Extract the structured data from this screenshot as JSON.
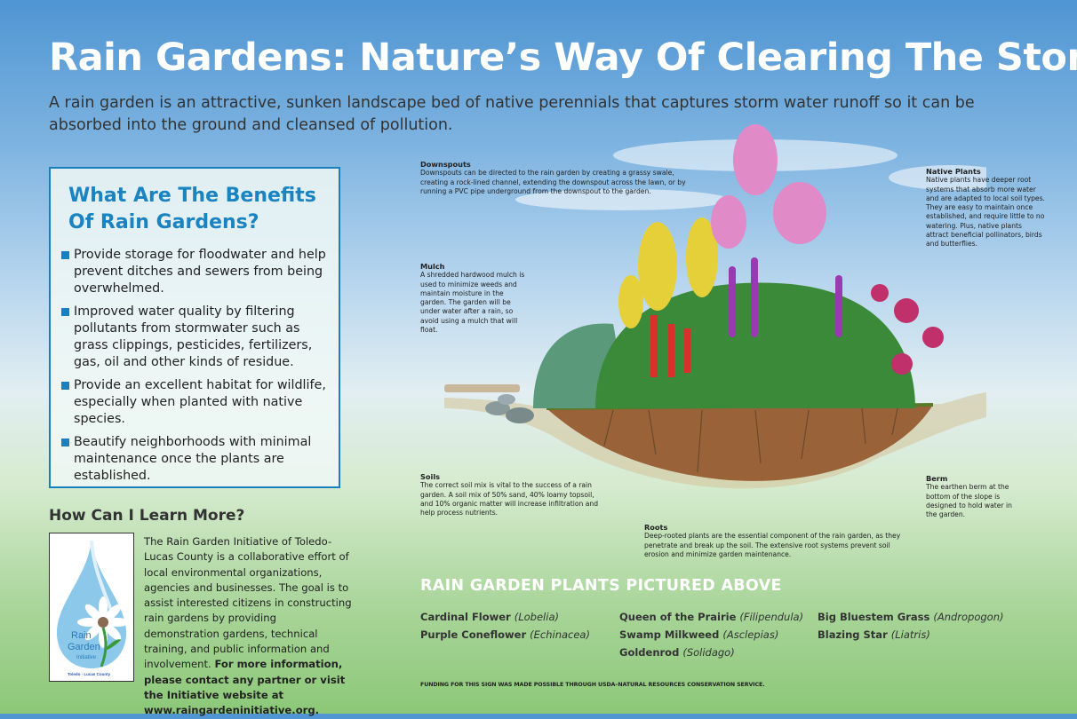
{
  "title": "Rain Gardens: Nature’s Way Of Clearing The Storm",
  "subtitle": "A rain garden is an attractive, sunken landscape bed of native perennials that captures storm water runoff so it can be absorbed into the ground and cleansed of pollution.",
  "benefits": {
    "heading_line1": "What Are The Benefits",
    "heading_line2": "Of Rain Gardens?",
    "items": [
      "Provide storage for floodwater and help prevent ditches and sewers from being overwhelmed.",
      "Improved water quality by filtering pollutants from stormwater such as grass clippings, pesticides, fertilizers, gas, oil and other kinds of residue.",
      "Provide an excellent habitat for wildlife, especially when planted with native species.",
      "Beautify neighborhoods with minimal maintenance once the plants are established."
    ]
  },
  "learn": {
    "heading": "How Can I Learn More?",
    "text": "The Rain Garden Initiative of Toledo-Lucas County is a collaborative effort of local environmental organizations, agencies and businesses. The goal is to assist interested citizens in constructing rain gardens by providing demonstration gardens, technical training, and public information and involvement.",
    "bold_text": "For more information, please contact any partner or visit the Initiative website at www.raingardeninitiative.org.",
    "logo": {
      "line1": "Rain",
      "line2": "Garden",
      "line3": "Initiative",
      "footer": "Toledo · Lucas County"
    }
  },
  "notes": {
    "downspouts": {
      "title": "Downspouts",
      "text": "Downspouts can be directed to the rain garden by creating a grassy swale, creating a rock-lined channel, extending the downspout across the lawn, or by running a PVC pipe underground from the downspout to the garden."
    },
    "mulch": {
      "title": "Mulch",
      "text": "A shredded hardwood mulch is used to minimize weeds and maintain moisture in the garden. The garden will be under water after a rain, so avoid using a mulch that will float."
    },
    "native": {
      "title": "Native Plants",
      "text": "Native plants have deeper root systems that absorb more water and are adapted to local soil types. They are easy to maintain once established, and require little to no watering. Plus, native plants attract beneficial pollinators, birds and butterflies."
    },
    "soils": {
      "title": "Soils",
      "text": "The correct soil mix is vital to the success of a rain garden. A soil mix of 50% sand, 40% loamy topsoil, and 10% organic matter will increase infiltration and help process nutrients."
    },
    "roots": {
      "title": "Roots",
      "text": "Deep-rooted plants are the essential component of the rain garden, as they penetrate and break up the soil. The extensive root systems prevent soil erosion and minimize garden maintenance."
    },
    "berm": {
      "title": "Berm",
      "text": "The earthen berm at the bottom of the slope is designed to hold water in the garden."
    }
  },
  "plants": {
    "heading": "RAIN GARDEN PLANTS PICTURED ABOVE",
    "items": [
      {
        "name": "Cardinal Flower",
        "latin": "(Lobelia)"
      },
      {
        "name": "Purple Coneflower",
        "latin": "(Echinacea)"
      },
      {
        "name": "Queen of the Prairie",
        "latin": "(Filipendula)"
      },
      {
        "name": "Swamp Milkweed",
        "latin": "(Asclepias)"
      },
      {
        "name": "Goldenrod",
        "latin": "(Solidago)"
      },
      {
        "name": "Big Bluestem Grass",
        "latin": "(Andropogon)"
      },
      {
        "name": "Blazing Star",
        "latin": "(Liatris)"
      }
    ]
  },
  "funding": "FUNDING FOR THIS SIGN WAS MADE POSSIBLE THROUGH USDA–NATURAL RESOURCES CONSERVATION SERVICE."
}
